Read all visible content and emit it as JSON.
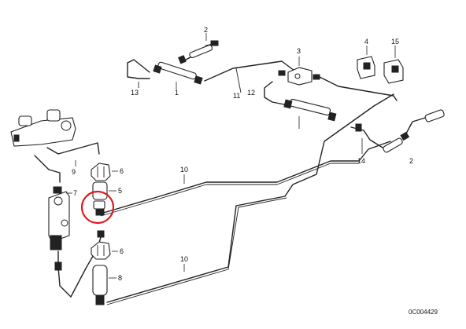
{
  "diagram": {
    "callouts": {
      "c1": "1",
      "c2a": "2",
      "c2b": "2",
      "c3": "3",
      "c4": "4",
      "c5": "5",
      "c6a": "6",
      "c6b": "6",
      "c7": "7",
      "c8": "8",
      "c9": "9",
      "c10a": "10",
      "c10b": "10",
      "c11": "11",
      "c12": "12",
      "c13": "13",
      "c14": "14",
      "c15": "15"
    },
    "drawing_code": "0C004429",
    "highlight_color": "#e0191e"
  }
}
